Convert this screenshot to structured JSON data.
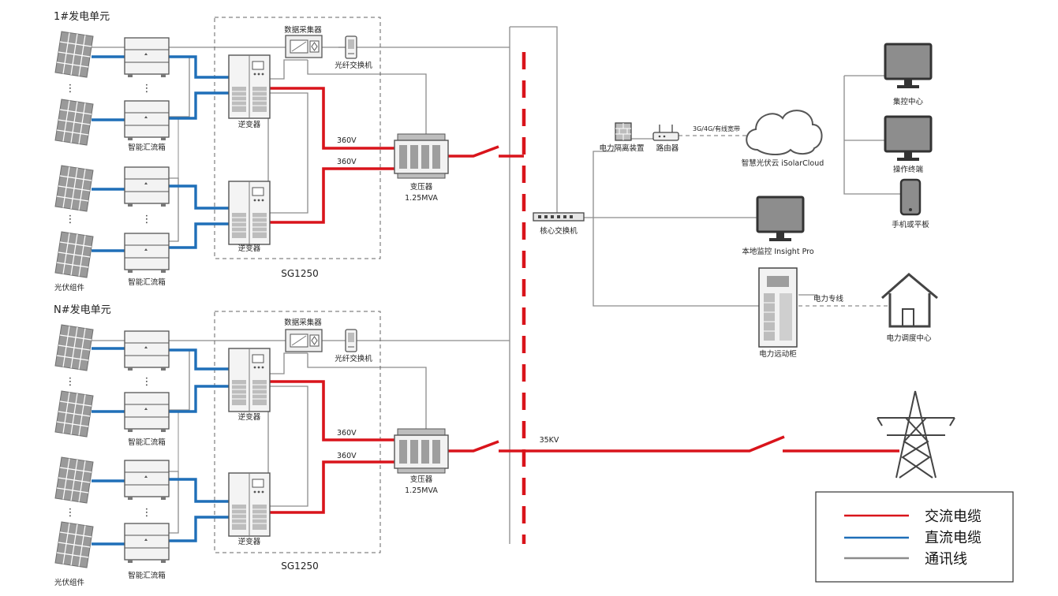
{
  "units": [
    {
      "title": "1#发电单元",
      "sg": "SG1250",
      "collector": "数据采集器",
      "fiber_switch": "光纤交换机",
      "inverter": "逆变器",
      "combiner": "智能汇流箱",
      "pv": "光伏组件",
      "v1": "360V",
      "v2": "360V",
      "transformer": "变压器",
      "transformer_rating": "1.25MVA"
    },
    {
      "title": "N#发电单元",
      "sg": "SG1250",
      "collector": "数据采集器",
      "fiber_switch": "光纤交换机",
      "inverter": "逆变器",
      "combiner": "智能汇流箱",
      "pv": "光伏组件",
      "v1": "360V",
      "v2": "360V",
      "transformer": "变压器",
      "transformer_rating": "1.25MVA"
    }
  ],
  "network": {
    "core_switch": "核心交换机",
    "isolation": "电力隔离装置",
    "router": "路由器",
    "link": "3G/4G/有线宽带",
    "cloud": "智慧光伏云 iSolarCloud",
    "control_center": "集控中心",
    "terminal": "操作终端",
    "mobile": "手机或平板",
    "local_monitor": "本地监控 Insight Pro",
    "telecontrol_cabinet": "电力远动柜",
    "dedicated_line": "电力专线",
    "dispatch_center": "电力调度中心",
    "grid_voltage": "35KV"
  },
  "legend": {
    "ac": "交流电缆",
    "dc": "直流电缆",
    "comm": "通讯线"
  },
  "colors": {
    "ac": "#d9141b",
    "dc": "#1f6fb8",
    "comm": "#8c8c8c"
  }
}
